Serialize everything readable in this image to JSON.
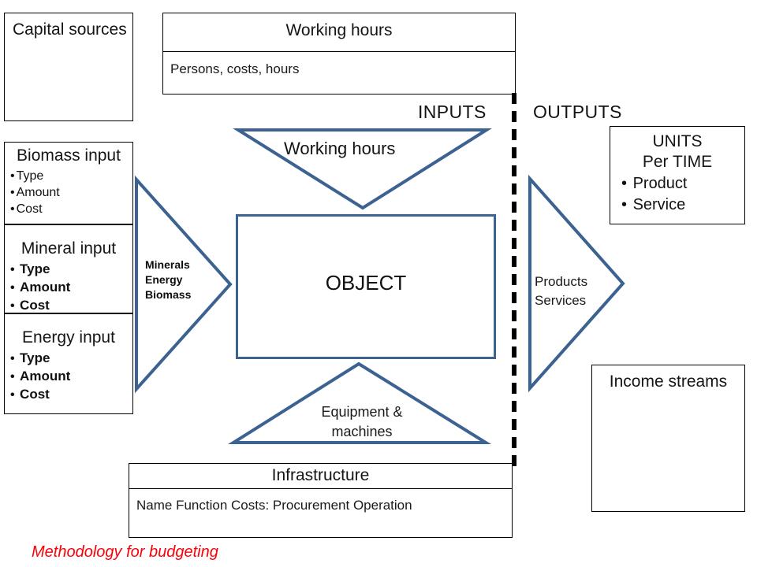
{
  "colors": {
    "arrow_blue": "#3b6291",
    "divider_black": "#000000",
    "box_border": "#000000",
    "footnote_red": "#fb0007",
    "text": "#111111"
  },
  "section_labels": {
    "inputs": "INPUTS",
    "outputs": "OUTPUTS"
  },
  "capital_sources": {
    "title": "Capital sources"
  },
  "working_hours_box": {
    "title": "Working hours",
    "detail": "Persons, costs, hours"
  },
  "biomass_input": {
    "title": "Biomass input",
    "items": [
      "Type",
      "Amount",
      "Cost"
    ]
  },
  "mineral_input": {
    "title": "Mineral input",
    "items": [
      "Type",
      "Amount",
      "Cost"
    ]
  },
  "energy_input": {
    "title": "Energy input",
    "items": [
      "Type",
      "Amount",
      "Cost"
    ]
  },
  "input_arrow": {
    "line1": "Minerals",
    "line2": "Energy",
    "line3": "Biomass"
  },
  "working_hours_arrow": {
    "label": "Working hours"
  },
  "object": {
    "label": "OBJECT"
  },
  "equipment_arrow": {
    "line1": "Equipment &",
    "line2": "machines"
  },
  "infrastructure": {
    "title": "Infrastructure",
    "columns": "Name        Function     Costs: Procurement  Operation"
  },
  "output_arrow": {
    "line1": "Products",
    "line2": "Services"
  },
  "units_box": {
    "line1": "UNITS",
    "line2": "Per TIME",
    "items": [
      "Product",
      "Service"
    ]
  },
  "income_streams": {
    "title": "Income streams"
  },
  "footnote": {
    "text": "Methodology for budgeting"
  }
}
